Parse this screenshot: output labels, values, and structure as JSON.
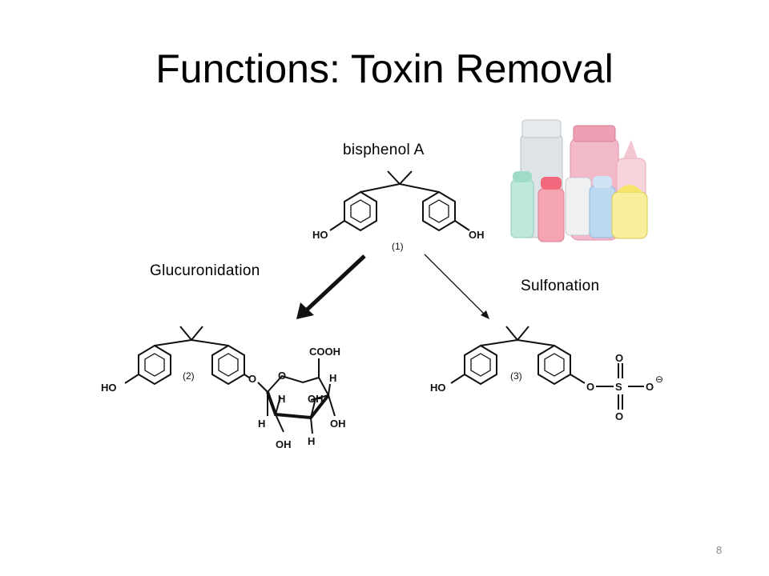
{
  "slide": {
    "title": "Functions: Toxin Removal",
    "page_number": "8"
  },
  "labels": {
    "parent": "bisphenol A",
    "pathway_left": "Glucuronidation",
    "pathway_right": "Sulfonation"
  },
  "structures": {
    "bpa": {
      "number": "(1)",
      "left_group": "HO",
      "right_group": "OH"
    },
    "glucuronide": {
      "number": "(2)",
      "left_group": "HO",
      "carboxyl": "COOH",
      "ring_oxygen": "O",
      "linker_oxygen": "O",
      "hydrogen": "H",
      "hydroxyl": "OH"
    },
    "sulfate": {
      "number": "(3)",
      "left_group": "HO",
      "oxygen": "O",
      "sulfur": "S",
      "charge": "⊖"
    }
  }
}
